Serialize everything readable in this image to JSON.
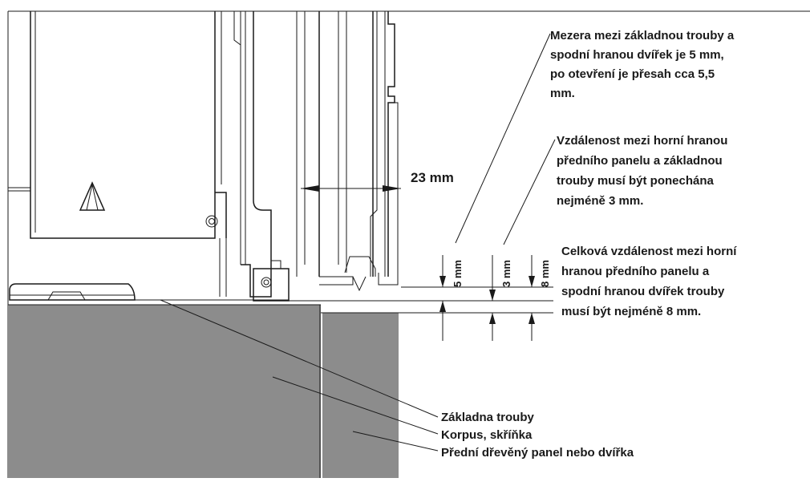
{
  "dimension_label": "23 mm",
  "notes": {
    "gap_note": [
      "Mezera mezi základnou trouby a",
      "spodní hranou dvířek je 5 mm,",
      "po otevření je přesah cca 5,5",
      "mm."
    ],
    "distance_note": [
      "Vzdálenost mezi horní hranou",
      "předního panelu a základnou",
      "trouby musí být ponechána",
      "nejméně 3 mm."
    ],
    "total_note": [
      "Celková vzdálenost mezi horní",
      "hranou předního panelu a",
      "spodní hranou dvířek trouby",
      "musí být nejméně 8 mm."
    ]
  },
  "measurements": {
    "gap_5": "5 mm",
    "gap_3": "3 mm",
    "gap_8": "8 mm"
  },
  "legend": {
    "base": "Základna trouby",
    "cabinet": "Korpus, skříňka",
    "front_panel": "Přední dřevěný panel nebo dvířka"
  },
  "colors": {
    "line": "#1a1a1a",
    "cabinet_fill": "#8c8c8c",
    "background": "#ffffff"
  }
}
